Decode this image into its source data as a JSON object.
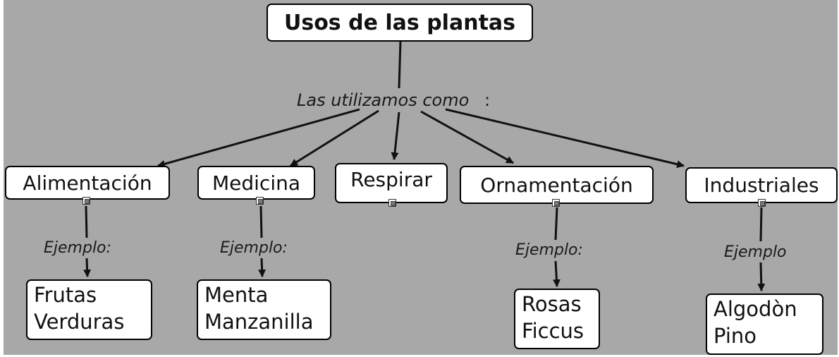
{
  "map": {
    "title": "Usos de las plantas",
    "linking_phrases": {
      "main": "Las utilizamos como",
      "colon": ":",
      "ejemplo_1": "Ejemplo:",
      "ejemplo_2": "Ejemplo:",
      "ejemplo_3": "Ejemplo:",
      "ejemplo_4": "Ejemplo"
    },
    "concepts": {
      "alimentacion": "Alimentación",
      "medicina": "Medicina",
      "respirar": "Respirar",
      "ornamentacion": "Ornamentación",
      "industriales": "Industriales"
    },
    "examples": {
      "alimentacion": "Frutas\nVerduras",
      "medicina": "Menta\nManzanilla",
      "ornamentacion": "Rosas\nFiccus",
      "industriales": "Algodòn\nPino"
    },
    "resource_icon": "image-resource-icon"
  }
}
